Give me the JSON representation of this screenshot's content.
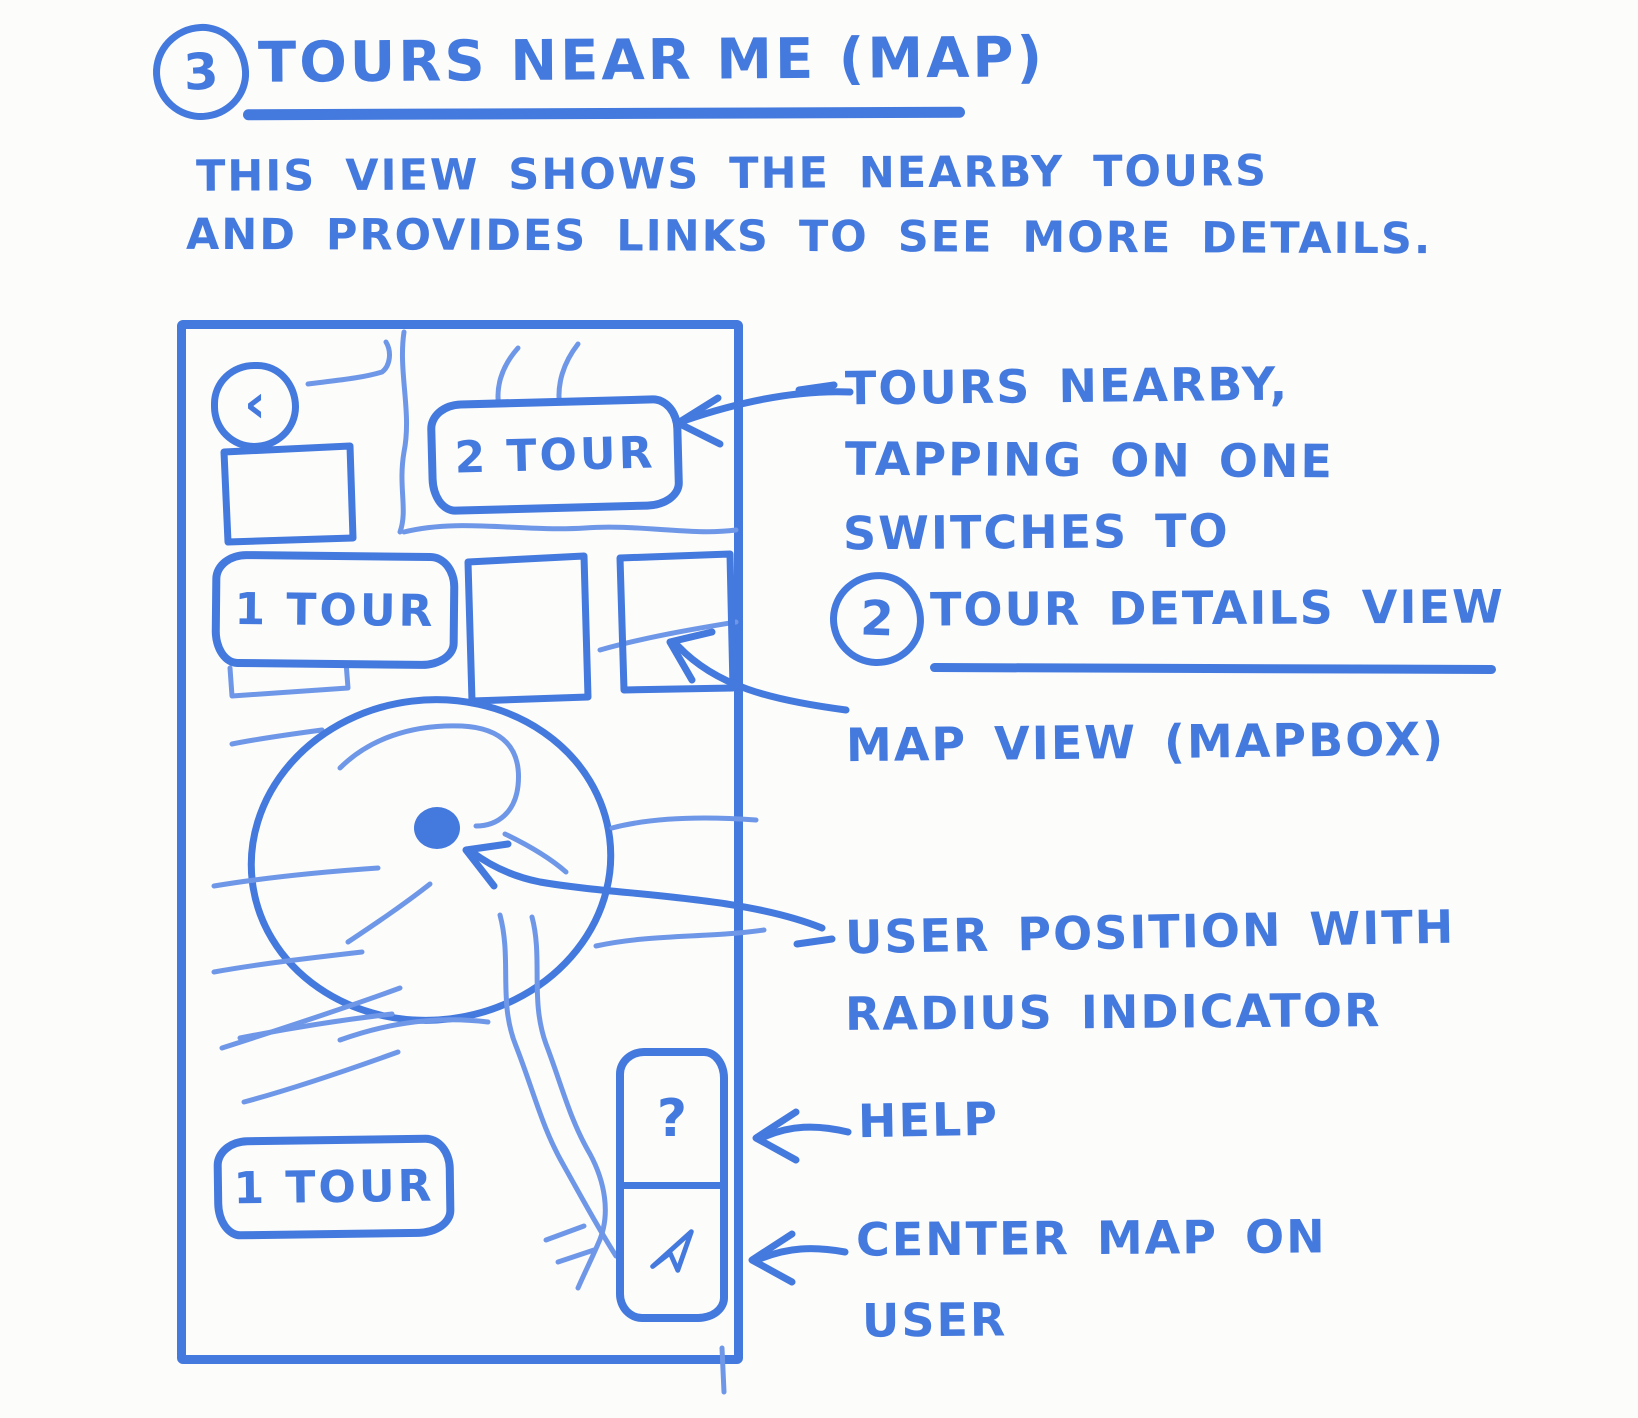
{
  "colors": {
    "ink": "#4479dd",
    "paper": "#fcfcfb"
  },
  "header": {
    "step_number": "3",
    "title": "TOURS NEAR ME (MAP)",
    "description_line1": "THIS VIEW SHOWS THE NEARBY TOURS",
    "description_line2": "AND PROVIDES LINKS TO SEE MORE DETAILS."
  },
  "phone": {
    "back_icon": "‹",
    "top_badge": "2 TOUR",
    "left_badge": "1 TOUR",
    "bottom_badge": "1 TOUR",
    "help_label": "?"
  },
  "annotations": {
    "tours_nearby_line1": "TOURS NEARBY,",
    "tours_nearby_line2": "TAPPING ON ONE",
    "tours_nearby_line3": "SWITCHES TO",
    "tour_details_step": "2",
    "tour_details_label": "TOUR DETAILS VIEW",
    "map_view": "MAP VIEW (MAPBOX)",
    "user_position_line1": "USER POSITION WITH",
    "user_position_line2": "RADIUS INDICATOR",
    "help": "HELP",
    "center_map_line1": "CENTER MAP ON",
    "center_map_line2": "USER"
  }
}
